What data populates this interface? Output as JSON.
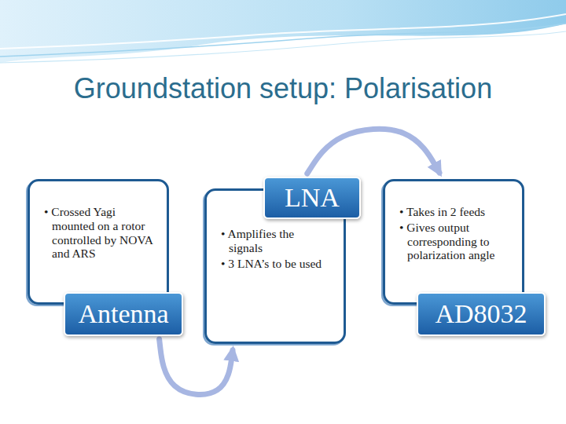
{
  "diagram": {
    "title": "Groundstation setup: Polarisation",
    "nodes": [
      {
        "text": [
          "• Crossed Yagi mounted on a rotor controlled by NOVA and ARS"
        ]
      },
      {
        "text": [
          "Antenna"
        ],
        "in": 0
      },
      {
        "text": [
          "• Amplifies the signals",
          "• 3 LNA’s to be used"
        ]
      },
      {
        "text": [
          "LNA"
        ],
        "in": 2
      },
      {
        "text": [
          "• Takes in 2 feeds",
          "• Gives output corresponding to polarization angle"
        ]
      },
      {
        "text": [
          "AD8032"
        ],
        "in": 4
      }
    ],
    "edges": [
      {
        "from": 1,
        "to": 2,
        "arrow": "to"
      },
      {
        "from": 3,
        "to": 4,
        "arrow": "to"
      }
    ]
  }
}
